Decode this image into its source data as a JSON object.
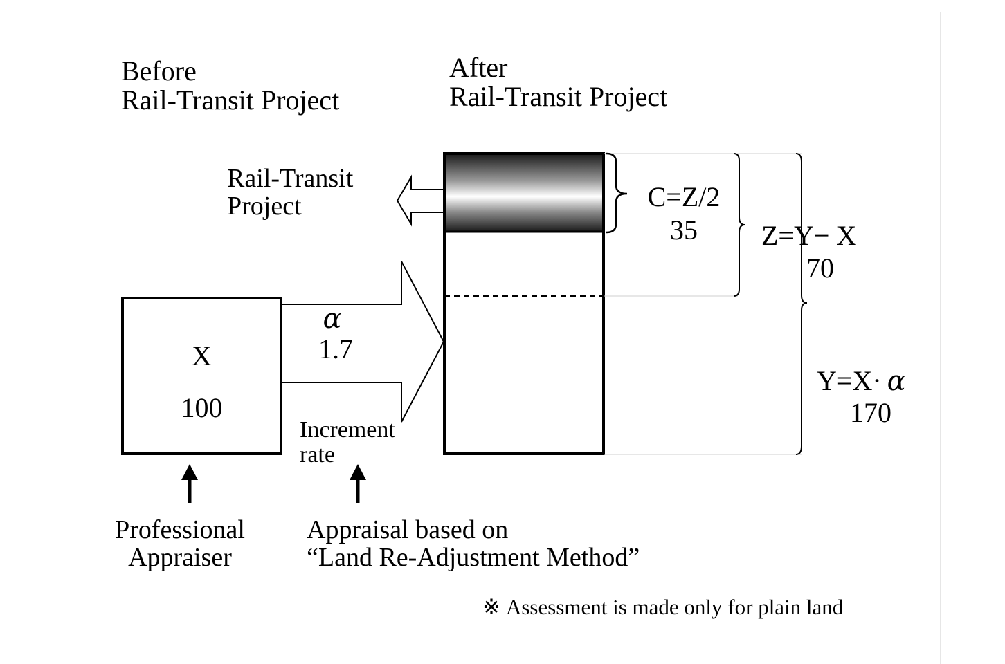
{
  "before_heading": {
    "line1": "Before",
    "line2": "Rail-Transit Project"
  },
  "after_heading": {
    "line1": "After",
    "line2": "Rail-Transit Project"
  },
  "rail_transit_label": {
    "line1": "Rail-Transit",
    "line2": "Project"
  },
  "x_box": {
    "label": "X",
    "value": "100"
  },
  "alpha_label": {
    "symbol": "α",
    "value": "1.7"
  },
  "increment_rate": {
    "line1": "Increment",
    "line2": "rate"
  },
  "c_brace": {
    "formula": "C=Z/2",
    "value": "35"
  },
  "z_brace": {
    "formula": "Z=Y− X",
    "value": "70"
  },
  "y_brace": {
    "formula": "Y=X·",
    "alpha": "α",
    "value": "170"
  },
  "professional_appraiser": {
    "line1": "Professional",
    "line2": "Appraiser"
  },
  "appraisal_method": {
    "line1": "Appraisal based on",
    "line2": "“Land Re-Adjustment Method”"
  },
  "footnote": {
    "mark": "※",
    "text": "Assessment is made only for plain land"
  }
}
